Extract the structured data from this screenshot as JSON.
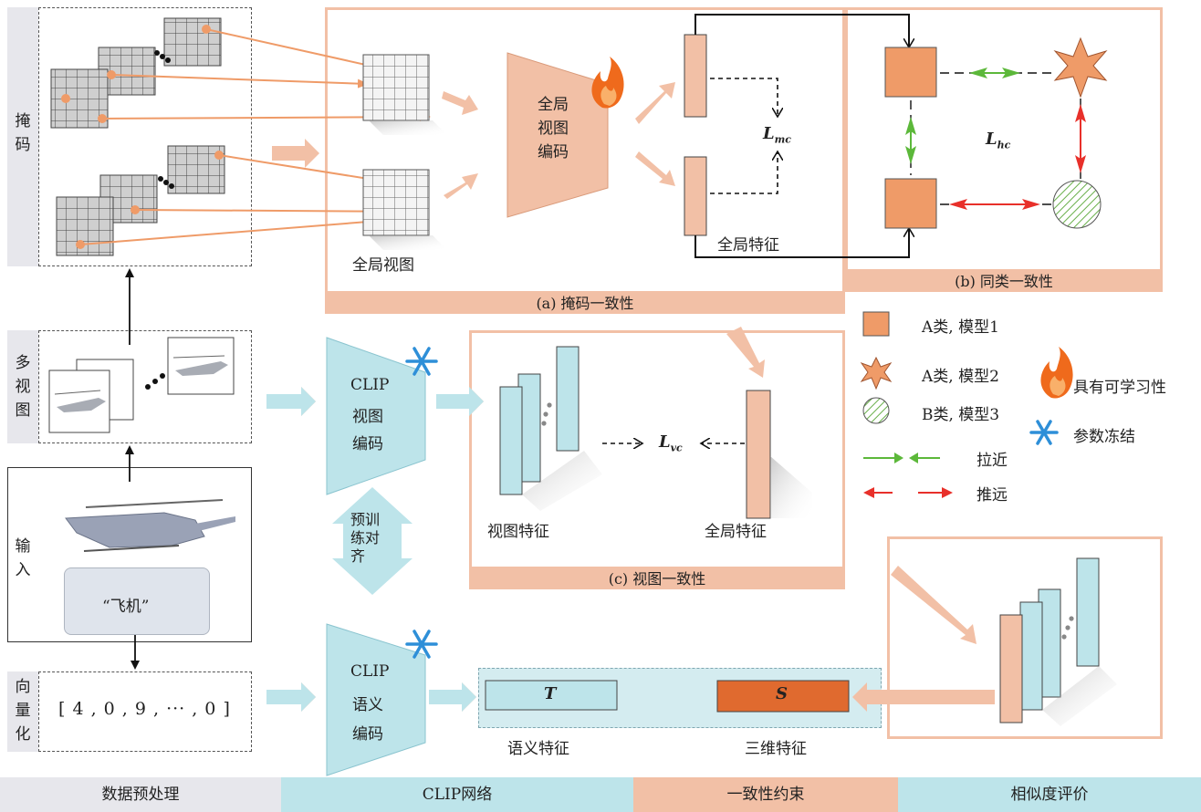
{
  "side_labels": {
    "mask": "掩码",
    "multiview": "多视图",
    "input": "输入",
    "vectorize": "向量化"
  },
  "input": {
    "text_prompt": "“飞机”",
    "vector": "[ 4 , 0 , 9 , ··· , 0 ]"
  },
  "encoders": {
    "global": "全局视图编码",
    "clip_view": [
      "CLIP",
      "视图",
      "编码"
    ],
    "clip_text": [
      "CLIP",
      "语义",
      "编码"
    ],
    "pretrain_align": "预训练对齐"
  },
  "labels": {
    "global_view": "全局视图",
    "global_feature_a": "全局特征",
    "global_feature_c": "全局特征",
    "view_feature": "视图特征",
    "semantic_feature": "语义特征",
    "feature_3d": "三维特征",
    "T": "T",
    "S": "S",
    "L_mc": "mc",
    "L_hc": "hc",
    "L_vc": "vc"
  },
  "panels": {
    "a": "(a) 掩码一致性",
    "b": "(b) 同类一致性",
    "c": "(c) 视图一致性"
  },
  "legend": {
    "class_a_model1": "A类, 模型1",
    "class_a_model2": "A类, 模型2",
    "class_b_model3": "B类, 模型3",
    "learnable": "具有可学习性",
    "frozen": "参数冻结",
    "pull": "拉近",
    "push": "推远"
  },
  "bottom_bar": [
    "数据预处理",
    "CLIP网络",
    "一致性约束",
    "相似度评价"
  ],
  "colors": {
    "salmon": "#f2c0a6",
    "orange": "#ef9b68",
    "orange_dark": "#e06a2f",
    "teal": "#bde4ea",
    "teal_dark": "#7fc6d4",
    "grey_bar": "#e7e7ec",
    "green": "#5cb83a",
    "red": "#e8302a",
    "frozen": "#2e8fd8",
    "fire": "#ef6a1c"
  }
}
